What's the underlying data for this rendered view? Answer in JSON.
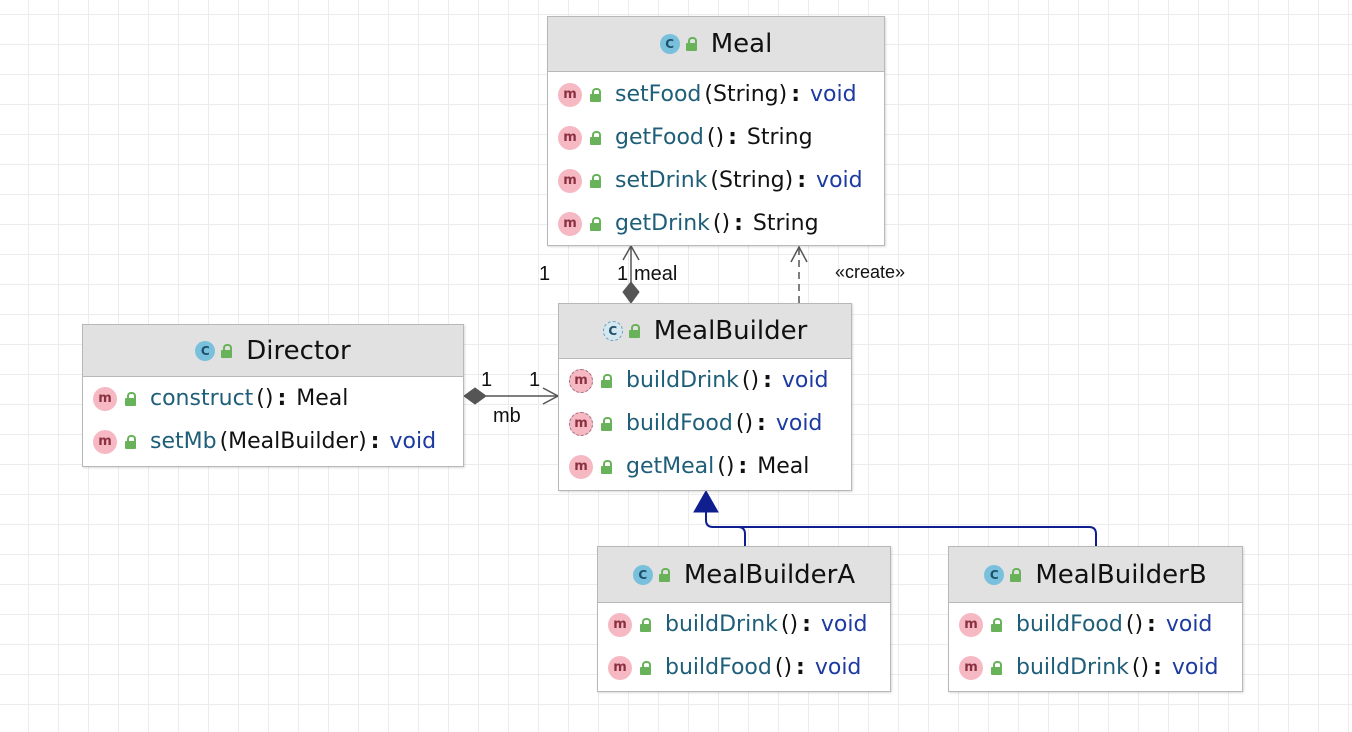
{
  "classes": {
    "meal": {
      "name": "Meal",
      "methods": [
        {
          "name": "setFood",
          "params": "(String)",
          "returns": "void"
        },
        {
          "name": "getFood",
          "params": "()",
          "returns": "String"
        },
        {
          "name": "setDrink",
          "params": "(String)",
          "returns": "void"
        },
        {
          "name": "getDrink",
          "params": "()",
          "returns": "String"
        }
      ]
    },
    "director": {
      "name": "Director",
      "methods": [
        {
          "name": "construct",
          "params": "()",
          "returns": "Meal"
        },
        {
          "name": "setMb",
          "params": "(MealBuilder)",
          "returns": "void"
        }
      ]
    },
    "mealbuilder": {
      "name": "MealBuilder",
      "abstract": true,
      "methods": [
        {
          "name": "buildDrink",
          "params": "()",
          "returns": "void",
          "abstract": true
        },
        {
          "name": "buildFood",
          "params": "()",
          "returns": "void",
          "abstract": true
        },
        {
          "name": "getMeal",
          "params": "()",
          "returns": "Meal"
        }
      ]
    },
    "mealbuildera": {
      "name": "MealBuilderA",
      "methods": [
        {
          "name": "buildDrink",
          "params": "()",
          "returns": "void"
        },
        {
          "name": "buildFood",
          "params": "()",
          "returns": "void"
        }
      ]
    },
    "mealbuilderb": {
      "name": "MealBuilderB",
      "methods": [
        {
          "name": "buildFood",
          "params": "()",
          "returns": "void"
        },
        {
          "name": "buildDrink",
          "params": "()",
          "returns": "void"
        }
      ]
    }
  },
  "relations": {
    "meal_composition": {
      "role": "meal",
      "source_multiplicity": "1",
      "target_multiplicity": "1"
    },
    "create_dependency": {
      "stereotype": "«create»"
    },
    "mb_composition": {
      "role": "mb",
      "source_multiplicity": "1",
      "target_multiplicity": "1"
    }
  },
  "colors": {
    "header_bg": "#e1e1e1",
    "method_name": "#1f5e78",
    "keyword_type": "#1c3aa0",
    "inheritance": "#0f1f8f",
    "link": "#555555"
  },
  "icons": {
    "class": "class-c-icon",
    "method": "method-m-icon",
    "visibility": "public-lock-icon"
  }
}
